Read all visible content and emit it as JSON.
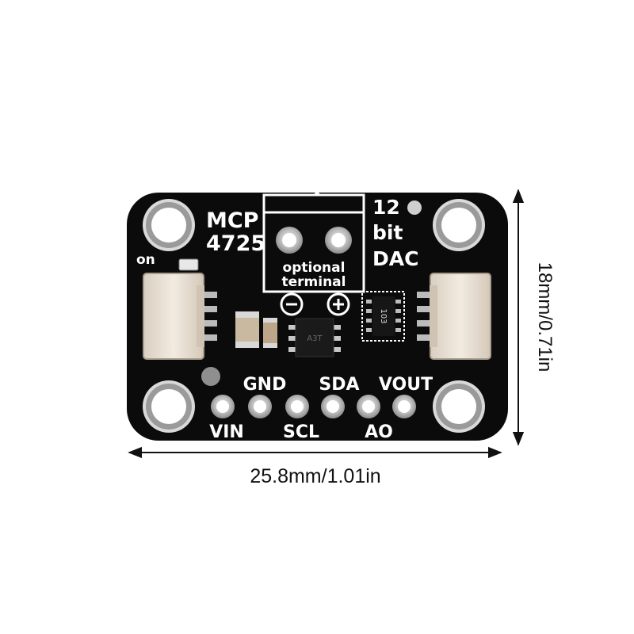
{
  "board": {
    "title_line1": "MCP",
    "title_line2": "4725",
    "desc_line1": "12",
    "desc_line2": "bit",
    "desc_line3": "DAC",
    "terminal_line1": "optional",
    "terminal_line2": "terminal",
    "minus_symbol": "−",
    "plus_symbol": "+",
    "on_label": "on",
    "chip_marking": "103",
    "ic_marking": "A3T",
    "pins_top": [
      "GND",
      "SDA",
      "VOUT"
    ],
    "pins_bottom": [
      "VIN",
      "SCL",
      "AO"
    ]
  },
  "dimensions": {
    "width_label": "25.8mm/1.01in",
    "height_label": "18mm/0.71in"
  },
  "colors": {
    "board": "#0b0b0b",
    "silkscreen": "#ffffff",
    "pad": "#c9c9c9",
    "connector": "#e8dfd3",
    "background": "#ffffff"
  }
}
